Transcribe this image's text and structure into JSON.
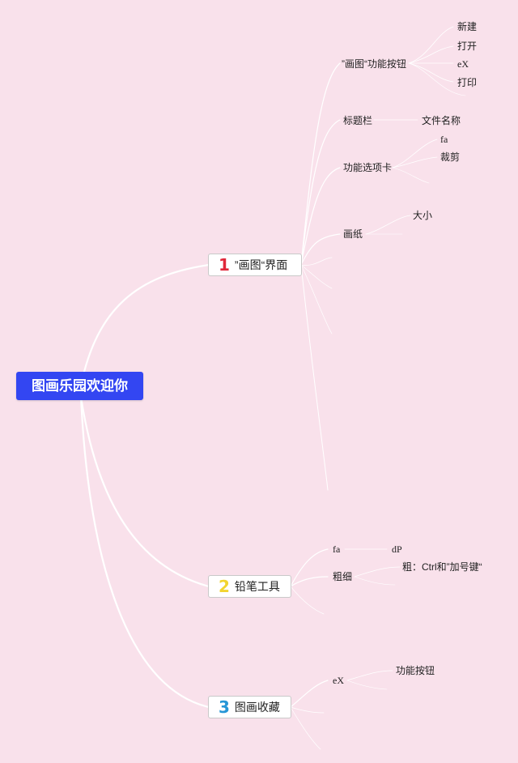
{
  "root": "图画乐园欢迎你",
  "branches": [
    {
      "num": "1",
      "label": "”画图“界面",
      "children": [
        {
          "label": "”画图“功能按钮",
          "children": [
            "新建",
            "打开",
            "eX",
            "打印"
          ]
        },
        {
          "label": "标题栏",
          "children": [
            "文件名称"
          ]
        },
        {
          "label": "功能选项卡",
          "children": [
            "fa",
            "裁剪"
          ]
        },
        {
          "label": "画纸",
          "children": [
            "大小"
          ]
        }
      ]
    },
    {
      "num": "2",
      "label": "铅笔工具",
      "children": [
        {
          "label": "fa",
          "children": [
            "dP"
          ]
        },
        {
          "label": "粗细",
          "children": [
            "粗：Ctrl和”加号键“"
          ]
        }
      ]
    },
    {
      "num": "3",
      "label": "图画收藏",
      "children": [
        {
          "label": "eX",
          "children": [
            "功能按钮"
          ]
        }
      ]
    }
  ],
  "colors": {
    "background": "#f9e1eb",
    "root": "#3346f2",
    "num1": "#e0283a",
    "num2": "#f2d430",
    "num3": "#2696d6",
    "connector": "#ffffff"
  }
}
